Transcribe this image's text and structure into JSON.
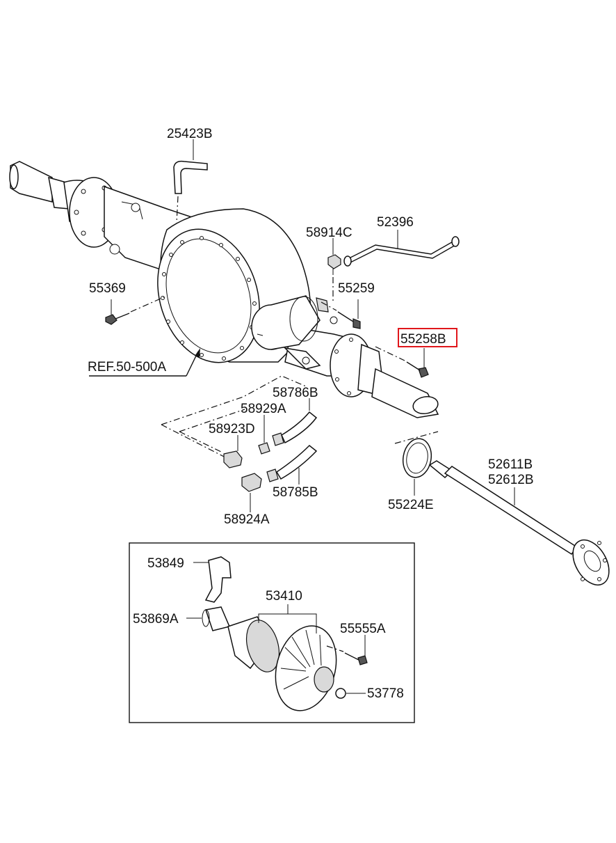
{
  "labels": {
    "l25423B": "25423B",
    "l58914C": "58914C",
    "l52396": "52396",
    "l55369": "55369",
    "l55259": "55259",
    "l55258B": "55258B",
    "lRef": "REF.50-500A",
    "l58786B": "58786B",
    "l58929A": "58929A",
    "l58923D": "58923D",
    "l58785B": "58785B",
    "l58924A": "58924A",
    "l52611B": "52611B",
    "l52612B": "52612B",
    "l55224E": "55224E",
    "l53849": "53849",
    "l53410": "53410",
    "l53869A": "53869A",
    "l55555A": "55555A",
    "l53778": "53778"
  },
  "highlight": {
    "part": "55258B",
    "color": "#e0161b"
  },
  "colors": {
    "line": "#111111",
    "background": "#ffffff"
  }
}
